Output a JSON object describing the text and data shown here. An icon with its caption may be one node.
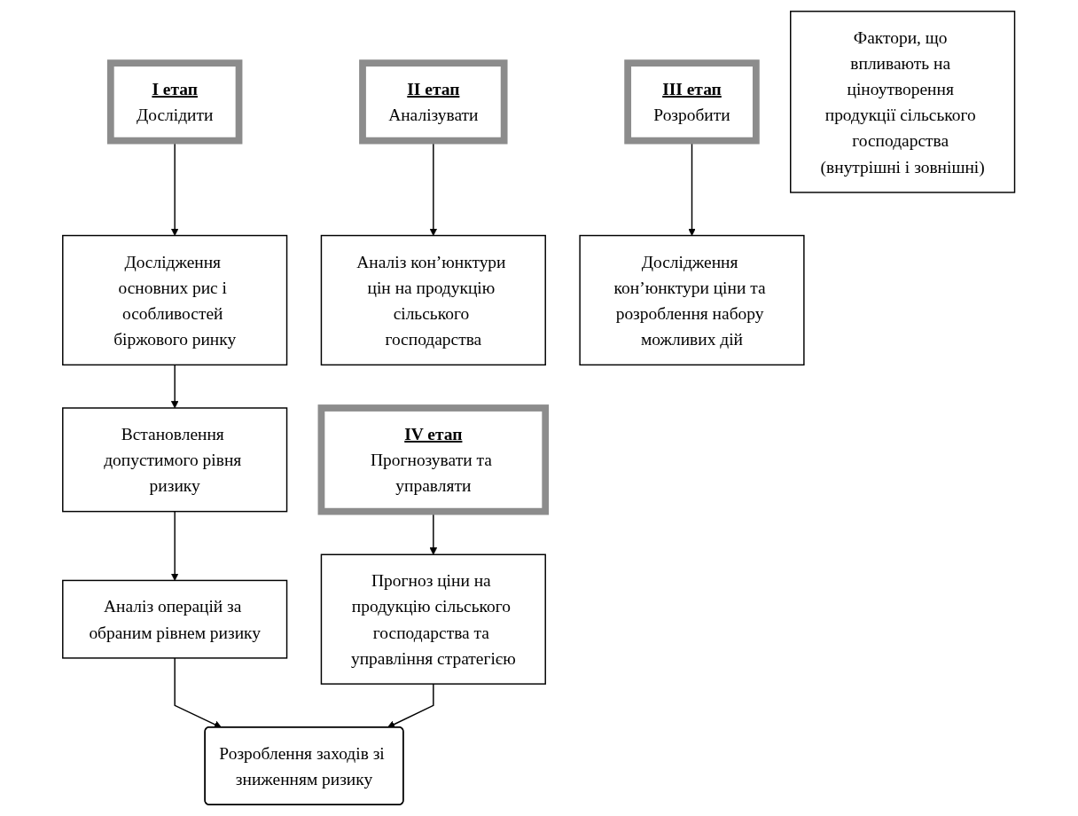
{
  "diagram": {
    "nodes": [
      {
        "text": [
          "I етап",
          "Дослідити"
        ]
      },
      {
        "text": [
          "II етап",
          "Аналізувати"
        ]
      },
      {
        "text": [
          "III етап",
          "Розробити"
        ]
      },
      {
        "text": [
          "IV етап",
          "Прогнозувати та управляти"
        ]
      },
      {
        "text": [
          "Дослідження основних рис і особливостей біржового ринку"
        ]
      },
      {
        "text": [
          "Аналіз кон’юнктури цін на продукцію сільського господарства"
        ]
      },
      {
        "text": [
          "Дослідження кон’юнктури ціни та розроблення набору можливих дій"
        ]
      },
      {
        "text": [
          "Прогноз ціни на продукцію сільського господарства та управління стратегією"
        ]
      },
      {
        "text": [
          "Встановлення допустимого рівня ризику"
        ]
      },
      {
        "text": [
          "Фактори, що впливають на ціноутворення продукції сільського господарства (внутрішні і зовнішні)"
        ]
      },
      {
        "text": [
          "Аналіз операцій за обраним рівнем ризику"
        ]
      },
      {
        "text": [
          "Розроблення заходів зі зниженням ризику"
        ]
      }
    ],
    "edges": [
      {
        "from": 0,
        "to": 4,
        "arrow": "to"
      },
      {
        "from": 1,
        "to": 5,
        "arrow": "to"
      },
      {
        "from": 2,
        "to": 6,
        "arrow": "to"
      },
      {
        "from": 3,
        "to": 7,
        "arrow": "to"
      },
      {
        "from": 4,
        "to": 8,
        "arrow": "to"
      },
      {
        "from": 8,
        "to": 10,
        "arrow": "to"
      },
      {
        "from": 10,
        "to": 11,
        "arrow": "to"
      },
      {
        "from": 7,
        "to": 11,
        "arrow": "to"
      }
    ]
  }
}
